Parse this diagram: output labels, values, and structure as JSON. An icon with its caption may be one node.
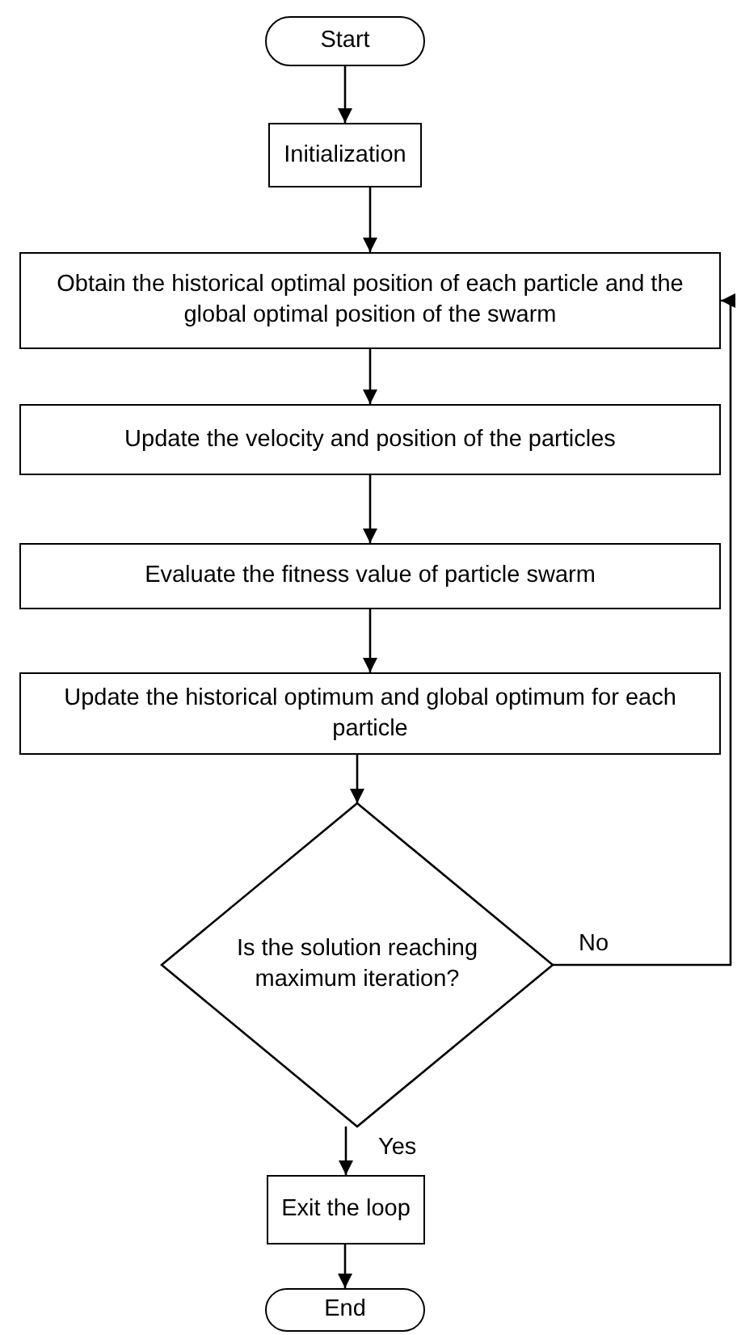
{
  "diagram": {
    "nodes": [
      {
        "text": [
          "Start"
        ]
      },
      {
        "text": [
          "Initialization"
        ]
      },
      {
        "text": [
          "Obtain the historical optimal position of each particle and the global optimal position of the swarm"
        ]
      },
      {
        "text": [
          "Update the velocity and position of the particles"
        ]
      },
      {
        "text": [
          "Evaluate the fitness value of particle swarm"
        ]
      },
      {
        "text": [
          "Update the historical optimum and global optimum for each particle"
        ]
      },
      {
        "text": [
          "Is the solution reaching maximum iteration?"
        ]
      },
      {
        "text": [
          "Exit the loop"
        ]
      },
      {
        "text": [
          "End"
        ]
      }
    ],
    "edges": [
      {
        "from": 0,
        "to": 1,
        "arrow": "to"
      },
      {
        "from": 1,
        "to": 2,
        "arrow": "to"
      },
      {
        "from": 2,
        "to": 3,
        "arrow": "to"
      },
      {
        "from": 3,
        "to": 4,
        "arrow": "to"
      },
      {
        "from": 4,
        "to": 5,
        "arrow": "to"
      },
      {
        "from": 5,
        "to": 6,
        "arrow": "to"
      },
      {
        "from": 6,
        "to": 7,
        "arrow": "to",
        "label": "Yes"
      },
      {
        "from": 7,
        "to": 8,
        "arrow": "to"
      },
      {
        "from": 6,
        "to": 2,
        "arrow": "to",
        "label": "No"
      }
    ]
  }
}
